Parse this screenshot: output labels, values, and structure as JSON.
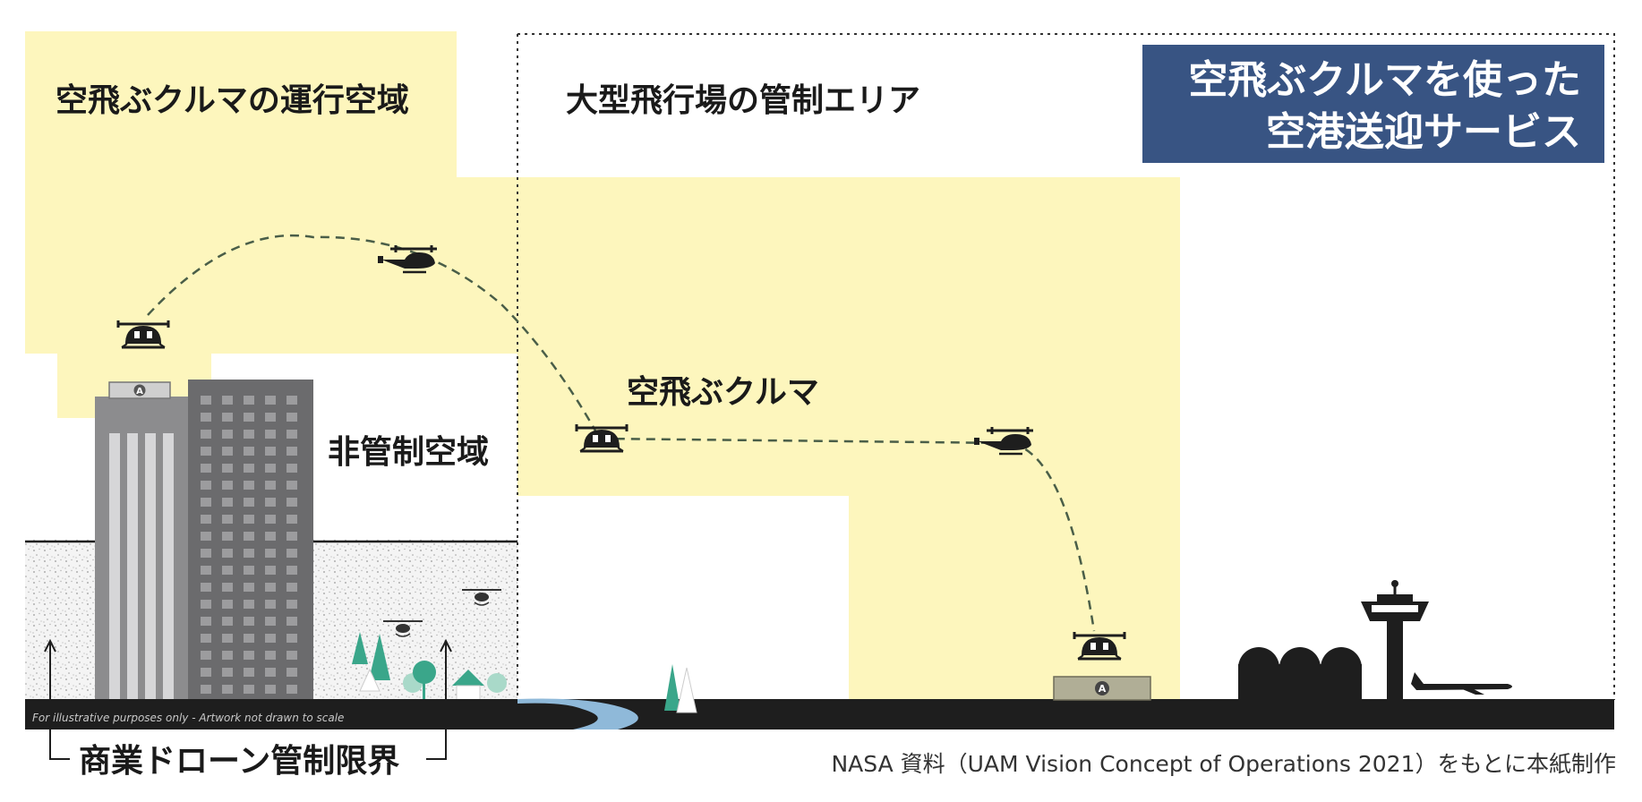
{
  "title": {
    "line1": "空飛ぶクルマを使った",
    "line2": "空港送迎サービス"
  },
  "zones": {
    "operating_airspace": "空飛ぶクルマの運行空域",
    "airport_control_area": "大型飛行場の管制エリア",
    "uncontrolled_airspace": "非管制空域",
    "drone_limit": "商業ドローン管制限界"
  },
  "vehicle_label": "空飛ぶクルマ",
  "disclaimer": "For illustrative purposes only - Artwork not drawn to scale",
  "source": "NASA 資料（UAM Vision Concept of Operations 2021）をもとに本紙制作",
  "vertiport_mark": "A",
  "colors": {
    "airspace_yellow": "#fdf6bd",
    "title_bg": "#385483",
    "ground": "#1e1e1e",
    "building_light": "#8c8c8e",
    "building_dark": "#6b6b6d",
    "river": "#8fb9d9",
    "tree_green": "#3aa68a",
    "vertiport": "#b0ae96"
  }
}
